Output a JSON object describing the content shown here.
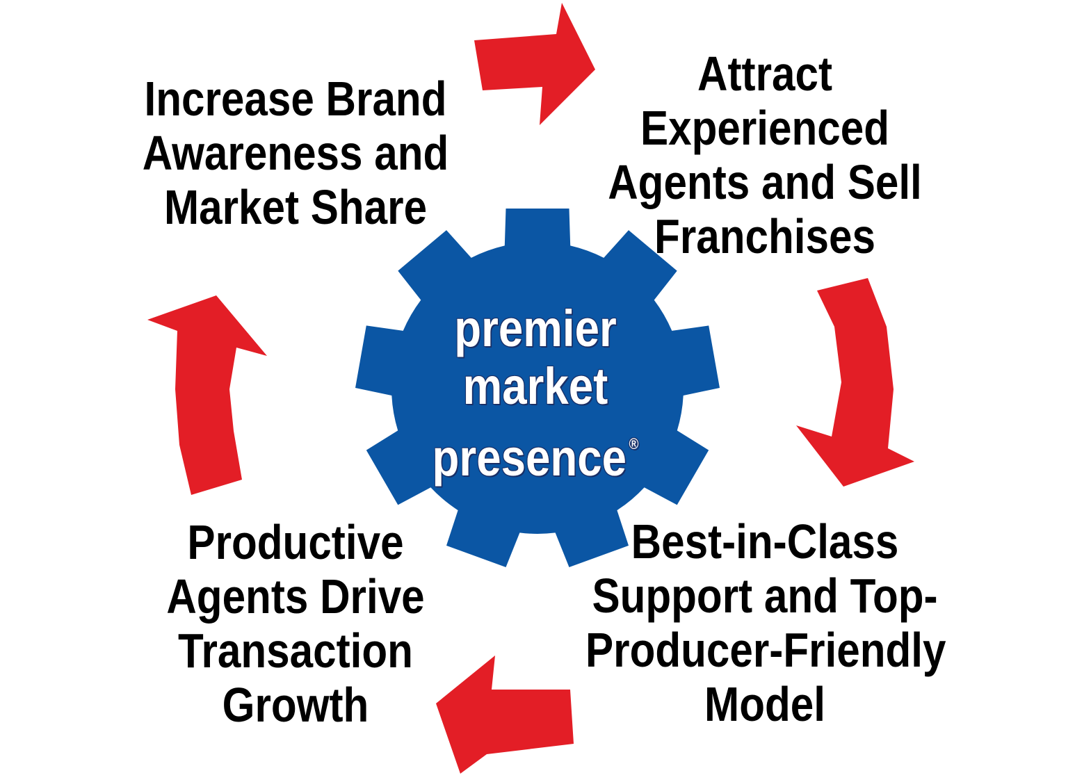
{
  "colors": {
    "arrow": "#e31e26",
    "gear": "#0b56a4",
    "text": "#000000",
    "center_text": "#ffffff"
  },
  "center": {
    "lines": [
      "premier",
      "market",
      "presence"
    ],
    "trademark": "®"
  },
  "nodes": [
    {
      "id": "top-left",
      "lines": [
        "Increase Brand",
        "Awareness and",
        "Market Share"
      ]
    },
    {
      "id": "top-right",
      "lines": [
        "Attract",
        "Experienced",
        "Agents and Sell",
        "Franchises"
      ]
    },
    {
      "id": "bottom-right",
      "lines": [
        "Best-in-Class",
        "Support and Top-",
        "Producer-Friendly",
        "Model"
      ]
    },
    {
      "id": "bottom-left",
      "lines": [
        "Productive",
        "Agents Drive",
        "Transaction",
        "Growth"
      ]
    }
  ],
  "arrows": [
    {
      "from": "top-left",
      "to": "top-right",
      "direction": "right"
    },
    {
      "from": "top-right",
      "to": "bottom-right",
      "direction": "down"
    },
    {
      "from": "bottom-right",
      "to": "bottom-left",
      "direction": "left"
    },
    {
      "from": "bottom-left",
      "to": "top-left",
      "direction": "up"
    }
  ],
  "icons": [
    "gear-icon",
    "curved-arrow-icon"
  ]
}
